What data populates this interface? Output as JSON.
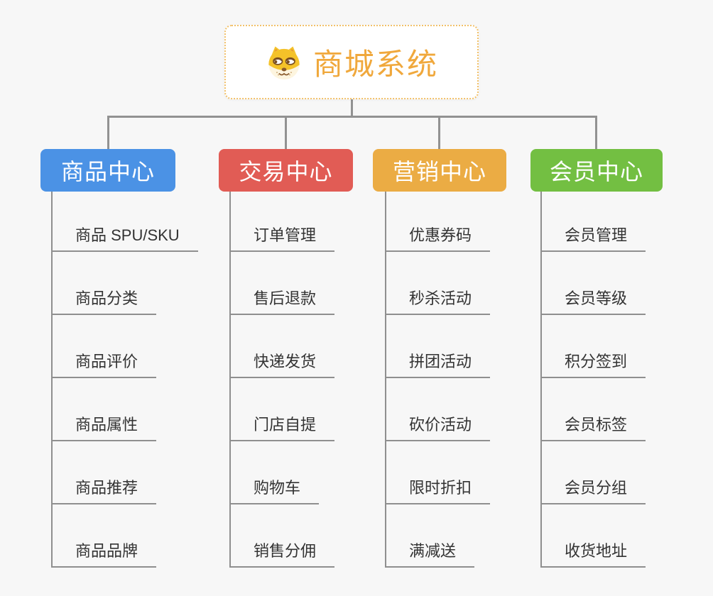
{
  "root": {
    "title": "商城系统",
    "icon": "dog-face-icon"
  },
  "branches": [
    {
      "label": "商品中心",
      "color": "#4B92E5",
      "items": [
        "商品 SPU/SKU",
        "商品分类",
        "商品评价",
        "商品属性",
        "商品推荐",
        "商品品牌"
      ]
    },
    {
      "label": "交易中心",
      "color": "#E15C55",
      "items": [
        "订单管理",
        "售后退款",
        "快递发货",
        "门店自提",
        "购物车",
        "销售分佣"
      ]
    },
    {
      "label": "营销中心",
      "color": "#EBAC44",
      "items": [
        "优惠券码",
        "秒杀活动",
        "拼团活动",
        "砍价活动",
        "限时折扣",
        "满减送"
      ]
    },
    {
      "label": "会员中心",
      "color": "#73BF42",
      "items": [
        "会员管理",
        "会员等级",
        "积分签到",
        "会员标签",
        "会员分组",
        "收货地址"
      ]
    }
  ],
  "colors": {
    "background": "#F7F7F7",
    "connector": "#919191",
    "root_accent": "#F0A83C",
    "root_border": "#F2C16A",
    "leaf_text": "#333333"
  }
}
